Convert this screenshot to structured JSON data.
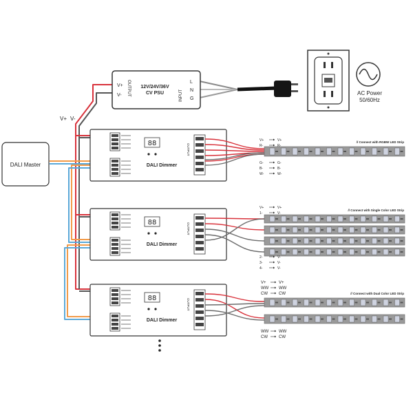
{
  "psu": {
    "title": "12V/24V/36V",
    "subtitle": "CV PSU",
    "output_label": "OUTPUT",
    "input_label": "INPUT",
    "out_plus": "V+",
    "out_minus": "V-",
    "in_l": "L",
    "in_n": "N",
    "in_g": "G"
  },
  "ac_power": {
    "line1": "AC Power",
    "line2": "50/60Hz"
  },
  "dc_bus": {
    "v_plus": "V+",
    "v_minus": "V-"
  },
  "master": {
    "label": "DALI Master"
  },
  "dimmers": [
    {
      "label": "DALI Dimmer",
      "output_label": "OUTPUT"
    },
    {
      "label": "DALI Dimmer",
      "output_label": "OUTPUT"
    },
    {
      "label": "DALI Dimmer",
      "output_label": "OUTPUT"
    }
  ],
  "strips": {
    "rgbw": {
      "title": "// Connect with RGBW LED Strip",
      "pairs_top": [
        [
          "V+",
          "V+"
        ],
        [
          "R-",
          "R-"
        ]
      ],
      "pairs_bottom": [
        [
          "G-",
          "G-"
        ],
        [
          "B-",
          "B-"
        ],
        [
          "W-",
          "W-"
        ]
      ]
    },
    "single": {
      "title": "// Connect with Single Color LED Strip",
      "pairs_top": [
        [
          "V+",
          "V+"
        ],
        [
          "1-",
          "V-"
        ]
      ],
      "pairs_bottom": [
        [
          "2-",
          "V-"
        ],
        [
          "3-",
          "V-"
        ],
        [
          "4-",
          "V-"
        ]
      ]
    },
    "dual": {
      "title": "// Connect with Dual Color LED Strip",
      "pairs_top": [
        [
          "V+",
          "V+"
        ],
        [
          "WW",
          "WW"
        ],
        [
          "CW",
          "CW"
        ]
      ],
      "pairs_bottom": [
        [
          "WW",
          "WW"
        ],
        [
          "CW",
          "CW"
        ]
      ]
    }
  },
  "colors": {
    "red_wire": "#d8313a",
    "orange_wire": "#f29a48",
    "blue_wire": "#5aa8d8",
    "gray_wire": "#6b6b6b",
    "strip_body": "#9a9a9a",
    "led_pad": "#cfd3e0"
  }
}
